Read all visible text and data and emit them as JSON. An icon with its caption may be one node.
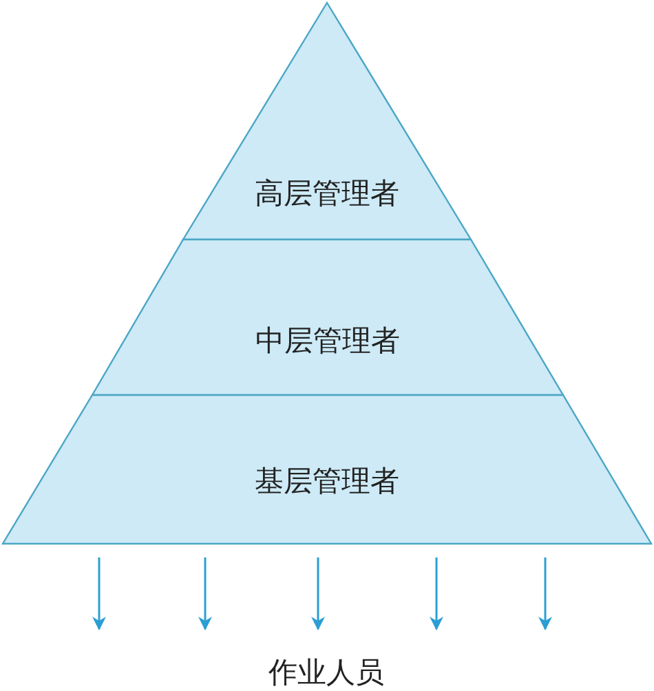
{
  "diagram": {
    "nodes": [
      {
        "text": [
          "高层管理者"
        ]
      },
      {
        "text": [
          "中层管理者"
        ]
      },
      {
        "text": [
          "基层管理者"
        ]
      }
    ],
    "edges": [
      {
        "from": 2,
        "to": null,
        "arrow": "to"
      },
      {
        "from": 2,
        "to": null,
        "arrow": "to"
      },
      {
        "from": 2,
        "to": null,
        "arrow": "to"
      },
      {
        "from": 2,
        "to": null,
        "arrow": "to"
      },
      {
        "from": 2,
        "to": null,
        "arrow": "to"
      }
    ],
    "labels": [
      "作业人员"
    ]
  }
}
